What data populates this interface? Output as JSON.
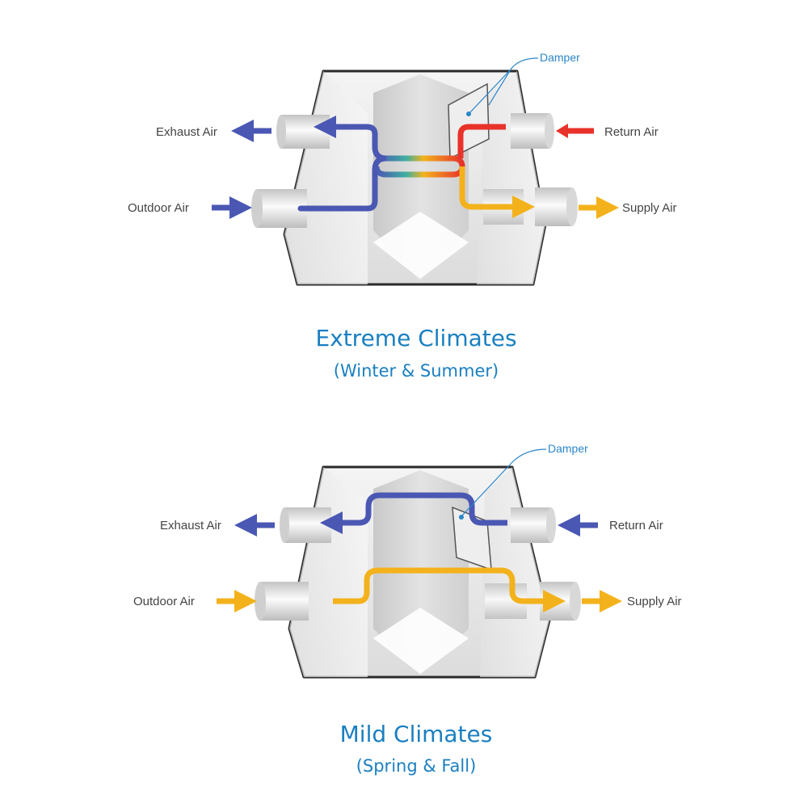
{
  "colors": {
    "cool": "#4a57b3",
    "warm": "#e8322a",
    "supply": "#f3b21b",
    "title": "#1a7fc1",
    "label": "#444444",
    "damper": "#2a86c8"
  },
  "extreme": {
    "title": "Extreme Climates",
    "subtitle": "(Winter & Summer)",
    "labels": {
      "exhaust": "Exhaust Air",
      "outdoor": "Outdoor Air",
      "return": "Return Air",
      "supply": "Supply Air",
      "damper": "Damper"
    }
  },
  "mild": {
    "title": "Mild Climates",
    "subtitle": "(Spring & Fall)",
    "labels": {
      "exhaust": "Exhaust Air",
      "outdoor": "Outdoor Air",
      "return": "Return Air",
      "supply": "Supply Air",
      "damper": "Damper"
    }
  }
}
